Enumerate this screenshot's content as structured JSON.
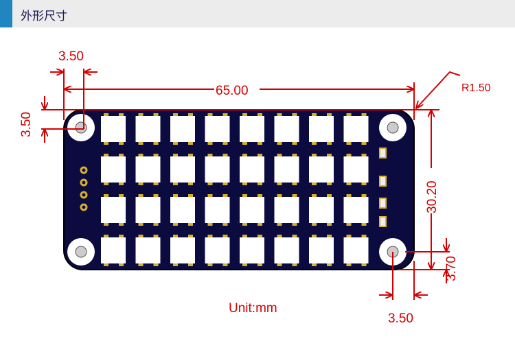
{
  "header": {
    "title": "外形尺寸"
  },
  "dimensions": {
    "hole_offset_x_top": "3.50",
    "width": "65.00",
    "radius": "R1.50",
    "hole_offset_y_left": "3.50",
    "height": "30.20",
    "hole_offset_y_bottom": "3.70",
    "hole_offset_x_bottom": "3.50"
  },
  "unit": "Unit:mm",
  "colors": {
    "dimension": "#d40000",
    "board": "#0b0b40",
    "pad": "#d8b030",
    "accent": "#1f86bf"
  }
}
